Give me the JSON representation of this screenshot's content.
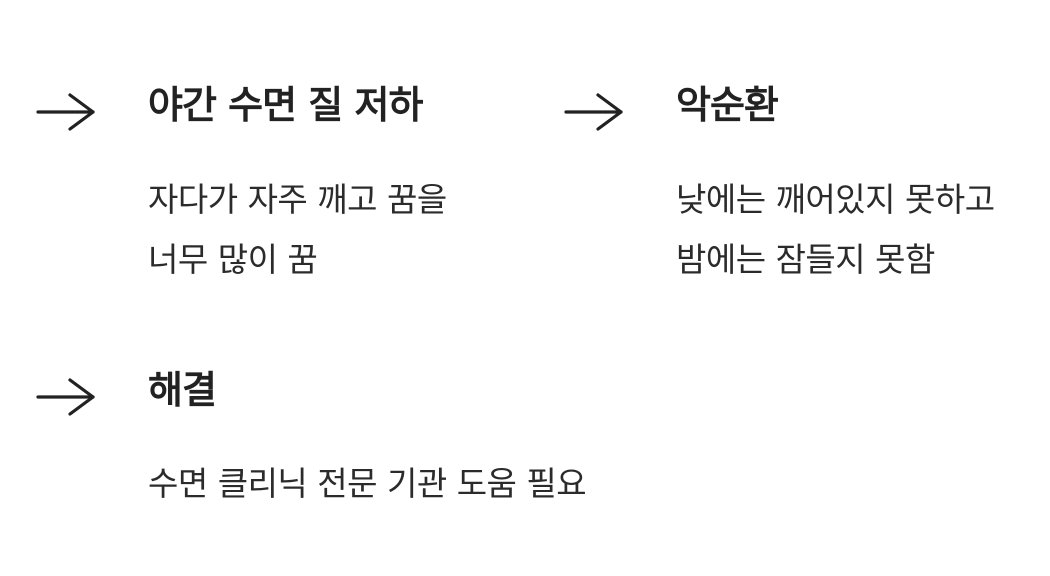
{
  "colors": {
    "text": "#2b2b2b",
    "arrow": "#222222",
    "background": "#ffffff"
  },
  "items": [
    {
      "icon": "arrow-right-icon",
      "title": "야간 수면 질 저하",
      "lines": [
        "자다가 자주 깨고 꿈을",
        "너무 많이 꿈"
      ]
    },
    {
      "icon": "arrow-right-icon",
      "title": "악순환",
      "lines": [
        "낮에는 깨어있지 못하고",
        "밤에는 잠들지 못함"
      ]
    },
    {
      "icon": "arrow-right-icon",
      "title": "해결",
      "lines": [
        "수면 클리닉 전문 기관 도움 필요"
      ]
    }
  ]
}
